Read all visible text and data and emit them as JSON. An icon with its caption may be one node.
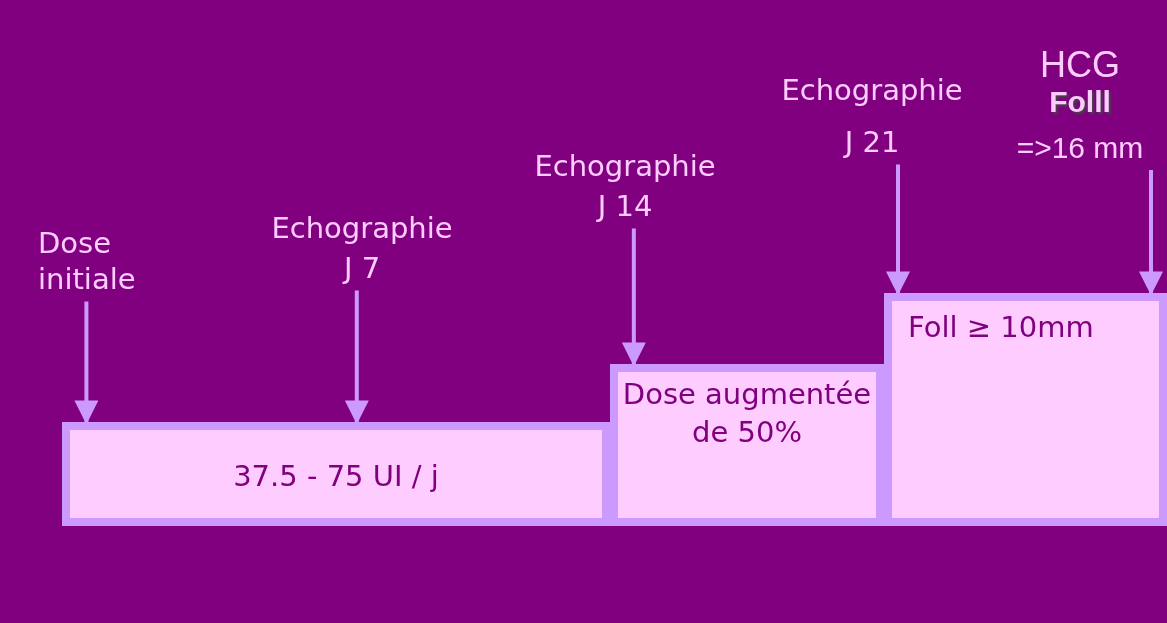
{
  "diagram": {
    "nodes": [
      {
        "text": [
          "Dose initiale"
        ]
      },
      {
        "text": [
          "Echographie",
          "J 7"
        ]
      },
      {
        "text": [
          "Echographie",
          "J 14"
        ]
      },
      {
        "text": [
          "Echographie",
          "J 21"
        ]
      },
      {
        "text": [
          "HCG",
          "Folll",
          "=>16 mm"
        ]
      },
      {
        "text": [
          "37.5 - 75 UI / j"
        ]
      },
      {
        "text": [
          "Dose augmentée de 50%"
        ]
      },
      {
        "text": [
          "Foll ≥ 10mm"
        ]
      }
    ],
    "edges": [
      {
        "from": 0,
        "to": 5,
        "arrow": "to"
      },
      {
        "from": 1,
        "to": 5,
        "arrow": "to"
      },
      {
        "from": 2,
        "to": 6,
        "arrow": "to"
      },
      {
        "from": 3,
        "to": 7,
        "arrow": "to"
      },
      {
        "from": 4,
        "to": 7,
        "arrow": "to"
      }
    ]
  }
}
